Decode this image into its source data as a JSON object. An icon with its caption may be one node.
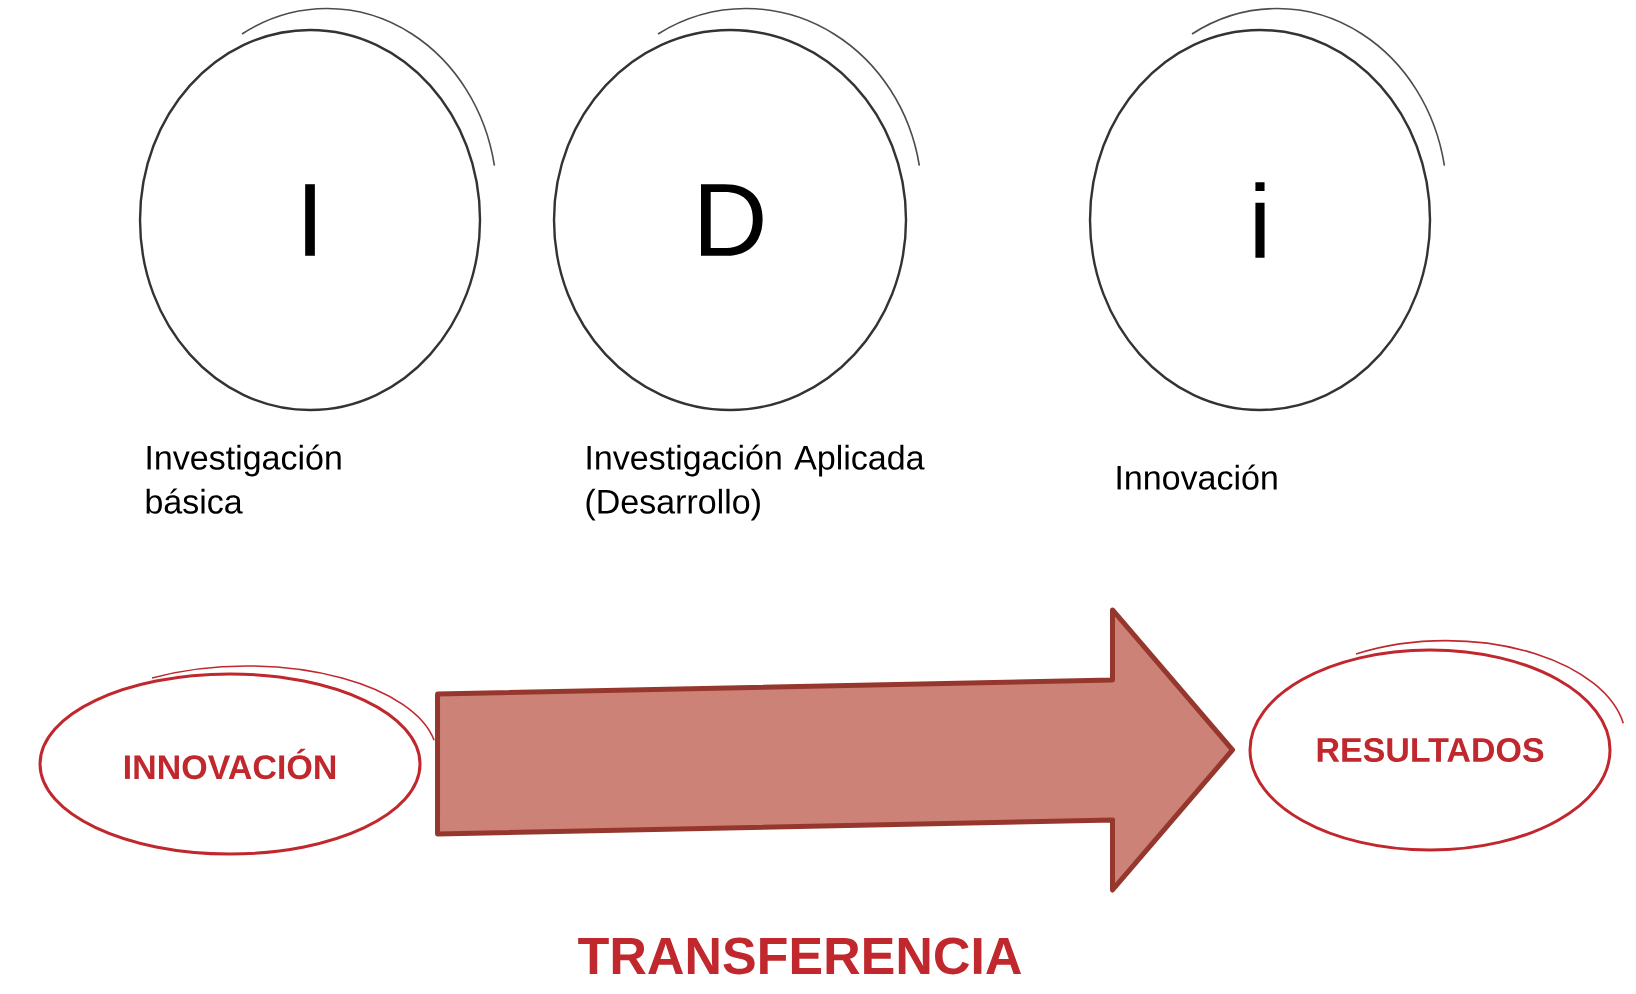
{
  "diagram": {
    "nodes": [
      {
        "text": [
          "I"
        ],
        "beside": [
          "Investigación básica"
        ]
      },
      {
        "text": [
          "D"
        ],
        "beside": [
          "Investigación Aplicada (Desarrollo)"
        ]
      },
      {
        "text": [
          "i"
        ],
        "beside": [
          "Innovación"
        ]
      },
      {
        "text": [
          "INNOVACIÓN"
        ]
      },
      {
        "text": [
          "RESULTADOS"
        ]
      }
    ],
    "edges": [
      {
        "from": 3,
        "to": 4,
        "arrow": "to",
        "label": "TRANSFERENCIA",
        "style": "thick"
      }
    ]
  }
}
